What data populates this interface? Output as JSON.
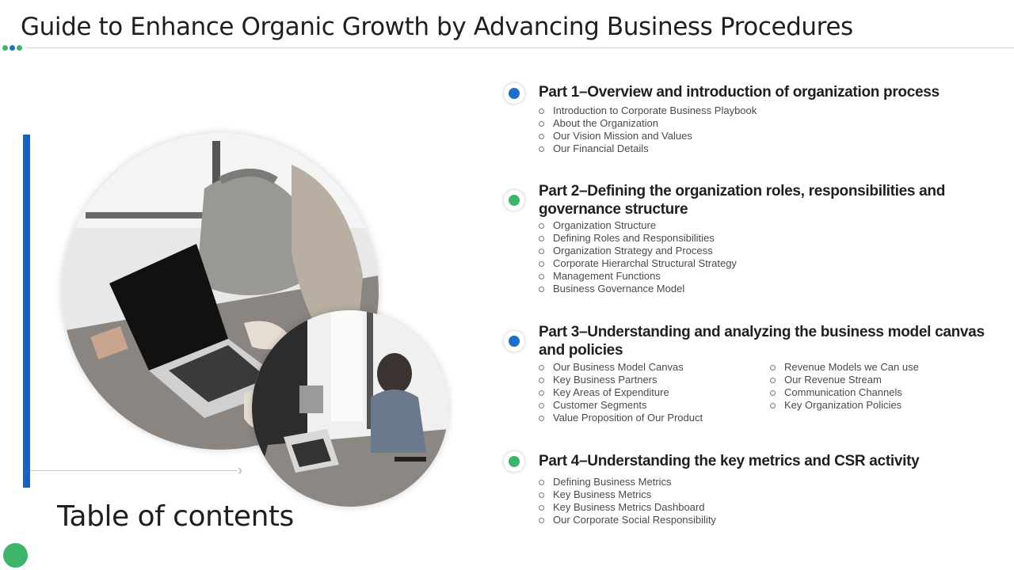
{
  "slide": {
    "title": "Guide to Enhance Organic Growth by Advancing Business Procedures",
    "subtitle": "Table of contents",
    "colors": {
      "blue": "#1565c0",
      "green": "#3cb56b",
      "dot_blue": "#1f6fc5",
      "dot_green": "#3cb56b"
    }
  },
  "parts": [
    {
      "heading": "Part 1–Overview and introduction of organization process",
      "marker_color": "blue",
      "items": [
        "Introduction to Corporate Business Playbook",
        "About the Organization",
        "Our Vision Mission and Values",
        "Our Financial Details"
      ]
    },
    {
      "heading": "Part 2–Defining the organization roles, responsibilities and governance structure",
      "marker_color": "green",
      "items": [
        "Organization Structure",
        "Defining Roles and Responsibilities",
        "Organization Strategy and Process",
        "Corporate Hierarchal Structural Strategy",
        "Management Functions",
        "Business Governance Model"
      ]
    },
    {
      "heading": "Part 3–Understanding and analyzing the business model canvas and policies",
      "marker_color": "blue",
      "items_left": [
        "Our Business Model Canvas",
        "Key Business Partners",
        "Key Areas of Expenditure",
        "Customer Segments",
        "Value Proposition of Our Product"
      ],
      "items_right": [
        "Revenue Models we Can use",
        "Our Revenue Stream",
        "Communication Channels",
        "Key Organization Policies"
      ]
    },
    {
      "heading": "Part 4–Understanding the key metrics and CSR activity",
      "marker_color": "green",
      "items": [
        "Defining Business Metrics",
        "Key Business Metrics",
        "Key Business Metrics Dashboard",
        "Our Corporate Social Responsibility"
      ]
    }
  ],
  "images": {
    "large_photo": "photo-woman-typing-on-laptop",
    "small_photo": "photo-woman-at-cafe-desk"
  }
}
